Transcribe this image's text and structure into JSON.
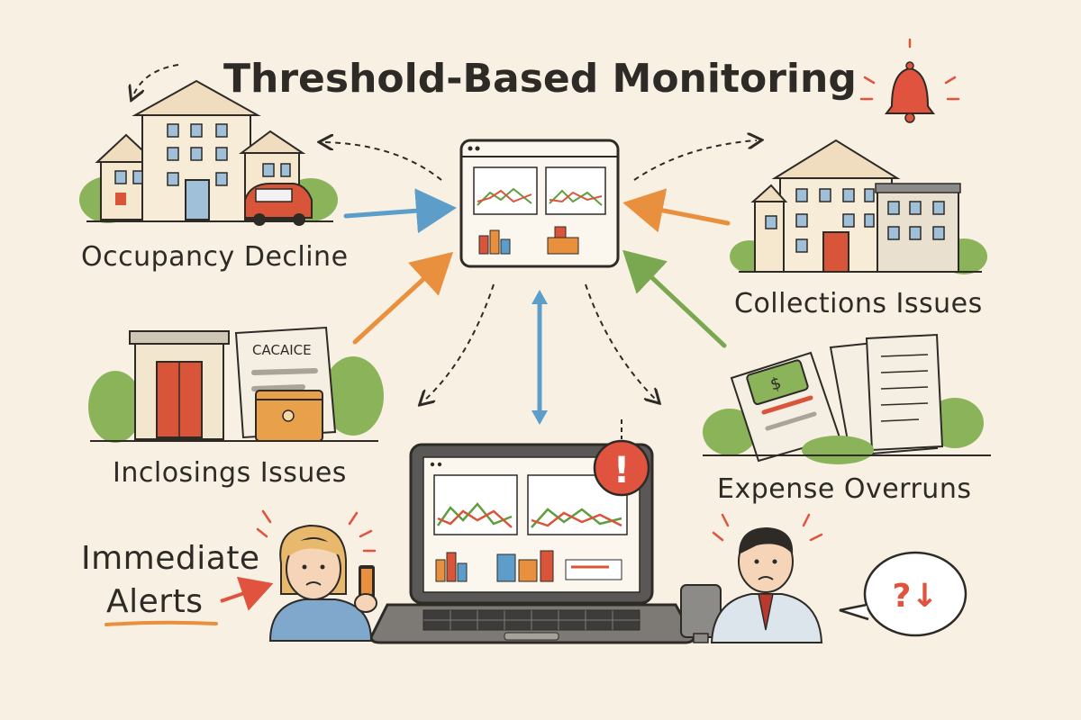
{
  "title": "Threshold-Based Monitoring",
  "labels": {
    "occupancy": "Occupancy Decline",
    "collections": "Collections Issues",
    "inclosings": "Inclosings Issues",
    "expense": "Expense Overruns",
    "alerts_line1": "Immediate",
    "alerts_line2": "Alerts"
  },
  "document_heading": "CACAICE",
  "speech_text": "?↓",
  "alert_symbol": "!",
  "colors": {
    "background": "#f8f0e2",
    "ink": "#2e2b27",
    "blue_arrow": "#5c9ec9",
    "orange_arrow": "#e8903e",
    "green_arrow": "#79a851",
    "alert_red": "#e0533e",
    "bush_green": "#8ab35a",
    "chart_green": "#5e9e3e",
    "chart_red": "#d9553a"
  }
}
